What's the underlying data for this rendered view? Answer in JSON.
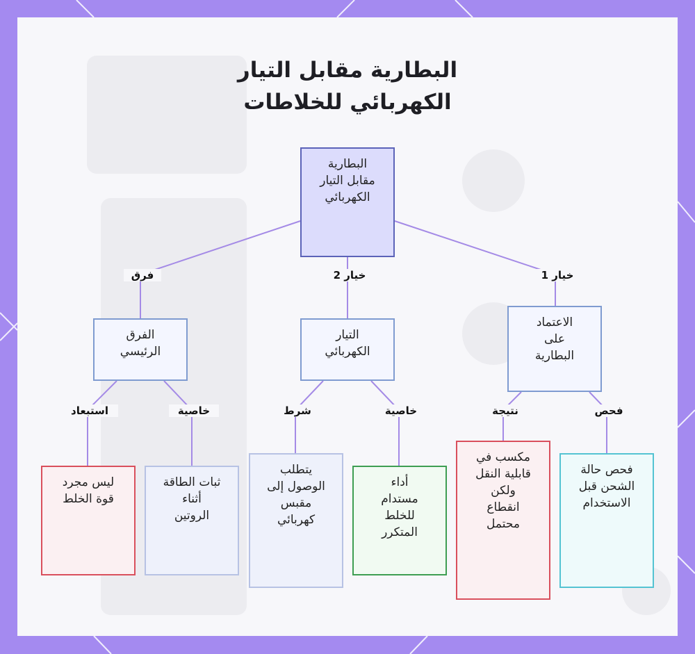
{
  "title": {
    "line1": "البطارية مقابل التيار",
    "line2": "الكهربائي للخلاطات"
  },
  "nodes": {
    "root": [
      "البطارية",
      "مقابل التيار",
      "الكهربائي"
    ],
    "battery": [
      "الاعتماد",
      "على",
      "البطارية"
    ],
    "power": [
      "التيار",
      "الكهربائي"
    ],
    "difference": [
      "الفرق",
      "الرئيسي"
    ],
    "check_charge": [
      "فحص حالة",
      "الشحن قبل",
      "الاستخدام"
    ],
    "portability": [
      "مكسب في",
      "قابلية النقل",
      "ولكن",
      "انقطاع",
      "محتمل"
    ],
    "sustained": [
      "أداء",
      "مستدام",
      "للخلط",
      "المتكرر"
    ],
    "outlet": [
      "يتطلب",
      "الوصول إلى",
      "مقبس",
      "كهربائي"
    ],
    "stable": [
      "ثبات الطاقة",
      "أثناء",
      "الروتين"
    ],
    "not_just": [
      "ليس مجرد",
      "قوة الخلط"
    ]
  },
  "edge_labels": {
    "option1": "خيار 1",
    "option2": "خيار 2",
    "difference": "فرق",
    "check": "فحص",
    "result": "نتيجة",
    "feature_power": "خاصية",
    "condition": "شرط",
    "feature_diff": "خاصية",
    "exclusion": "استبعاد"
  },
  "colors": {
    "frame": "#a48af0",
    "edge": "#a48ae6",
    "root_fill": "#dcdcfc",
    "red": "#d94f5c",
    "green": "#3e9e52",
    "cyan": "#54c3d2"
  }
}
